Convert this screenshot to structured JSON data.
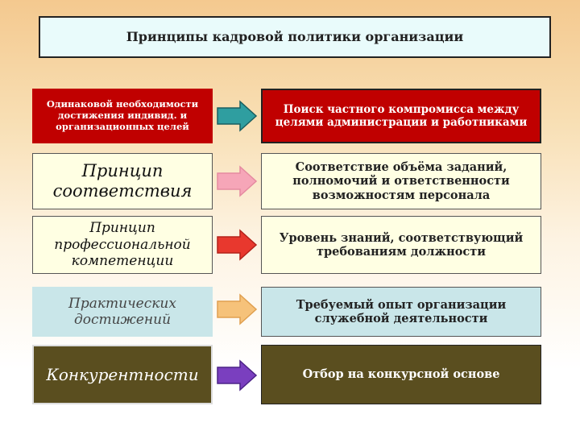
{
  "title": "Принципы кадровой политики организации",
  "rows": [
    {
      "principle": "Одинаковой необходимости достижения индивид. и организационных целей",
      "description": "Поиск частного компромисса между целями администрации и работниками",
      "arrow_color": "#2f9ea0"
    },
    {
      "principle": "Принцип соответствия",
      "description": "Соответствие объёма заданий, полномочий и ответственности возможностям персонала",
      "arrow_color": "#f6a6b8"
    },
    {
      "principle": "Принцип профессиональной компетенции",
      "description": "Уровень знаний, соответствующий требованиям должности",
      "arrow_color": "#e8382e"
    },
    {
      "principle": "Практических достижений",
      "description": "Требуемый опыт организации служебной деятельности",
      "arrow_color": "#f6c27a"
    },
    {
      "principle": "Конкурентности",
      "description": "Отбор на конкурсной основе",
      "arrow_color": "#7a3fbf"
    }
  ]
}
